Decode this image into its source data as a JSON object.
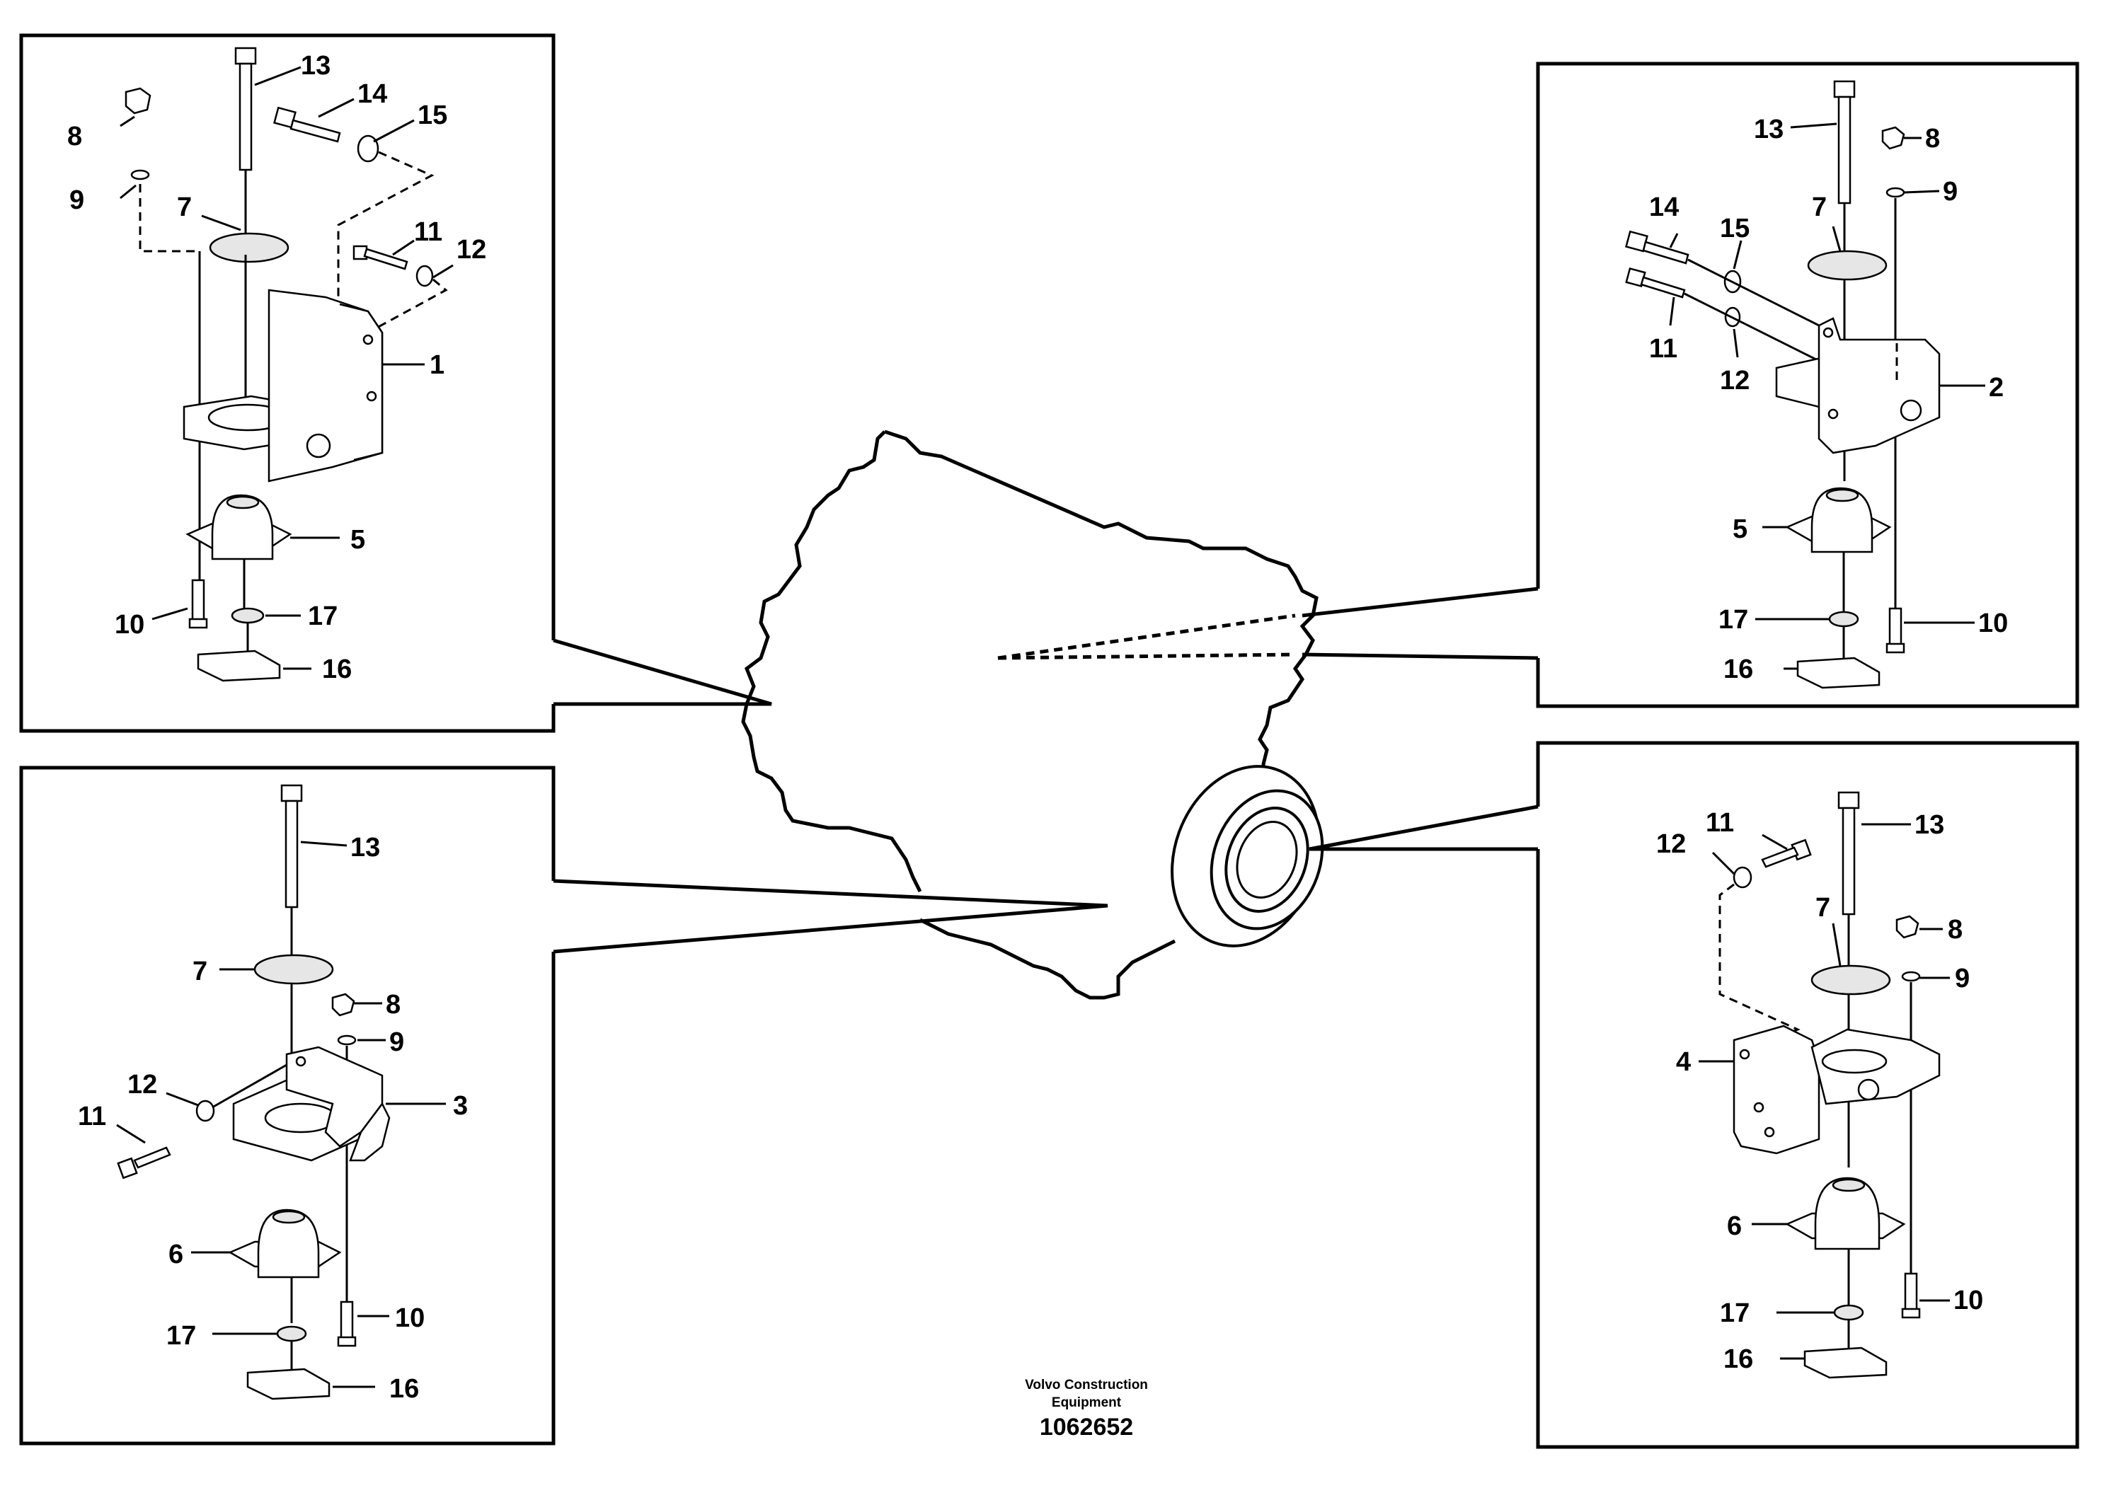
{
  "footer": {
    "company_line1": "Volvo Construction",
    "company_line2": "Equipment",
    "drawing_number": "1062652"
  },
  "panels": {
    "top_left": {
      "labels": [
        "13",
        "14",
        "15",
        "8",
        "9",
        "7",
        "11",
        "12",
        "1",
        "5",
        "10",
        "17",
        "16"
      ]
    },
    "top_right": {
      "labels": [
        "13",
        "8",
        "9",
        "7",
        "14",
        "15",
        "11",
        "12",
        "2",
        "5",
        "17",
        "10",
        "16"
      ]
    },
    "bottom_left": {
      "labels": [
        "13",
        "7",
        "8",
        "9",
        "12",
        "11",
        "3",
        "6",
        "17",
        "10",
        "16"
      ]
    },
    "bottom_right": {
      "labels": [
        "11",
        "13",
        "12",
        "7",
        "8",
        "9",
        "4",
        "6",
        "17",
        "10",
        "16"
      ]
    }
  }
}
